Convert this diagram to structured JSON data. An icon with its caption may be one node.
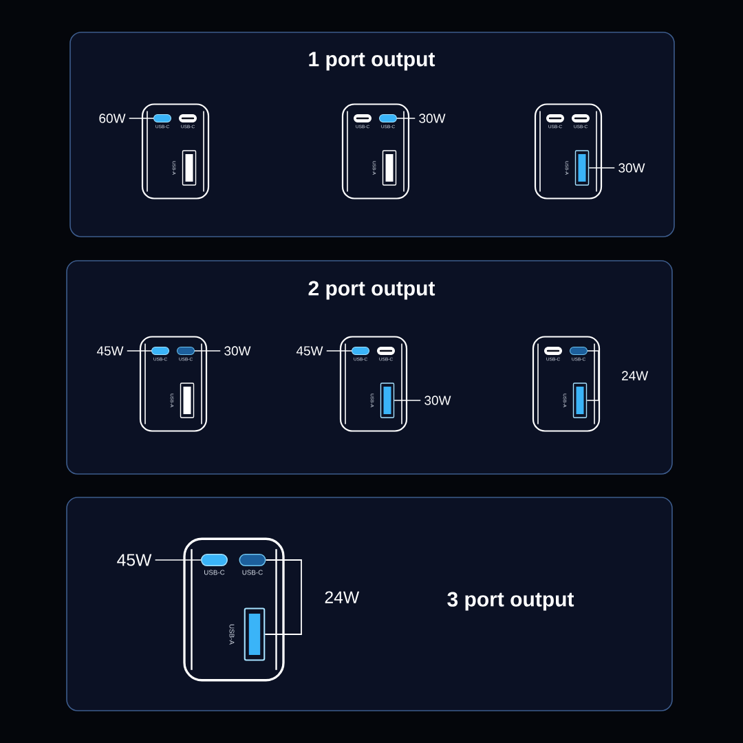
{
  "diagram": {
    "nodes": [
      {
        "text": [
          "1 port output"
        ]
      },
      {
        "text": [],
        "shape": "box",
        "in": 0
      },
      {
        "text": [
          "USB-C"
        ],
        "in": 1
      },
      {
        "text": [
          "USB-C"
        ],
        "in": 1
      },
      {
        "text": [
          "USB-A"
        ],
        "in": 1
      },
      {
        "text": [
          "60W"
        ],
        "in": 0
      },
      {
        "text": [],
        "shape": "box",
        "in": 0
      },
      {
        "text": [
          "USB-C"
        ],
        "in": 6
      },
      {
        "text": [
          "USB-C"
        ],
        "in": 6
      },
      {
        "text": [
          "USB-A"
        ],
        "in": 6
      },
      {
        "text": [
          "30W"
        ],
        "in": 0
      },
      {
        "text": [],
        "shape": "box",
        "in": 0
      },
      {
        "text": [
          "USB-C"
        ],
        "in": 11
      },
      {
        "text": [
          "USB-C"
        ],
        "in": 11
      },
      {
        "text": [
          "USB-A"
        ],
        "in": 11
      },
      {
        "text": [
          "30W"
        ],
        "in": 0
      },
      {
        "text": [
          "2 port output"
        ]
      },
      {
        "text": [
          "45W"
        ],
        "in": 16
      },
      {
        "text": [],
        "shape": "box",
        "in": 16
      },
      {
        "text": [
          "USB-C"
        ],
        "in": 18
      },
      {
        "text": [
          "USB-C"
        ],
        "in": 18
      },
      {
        "text": [
          "USB-A"
        ],
        "in": 18
      },
      {
        "text": [
          "30W"
        ],
        "in": 16
      },
      {
        "text": [
          "45W"
        ],
        "in": 16
      },
      {
        "text": [],
        "shape": "box",
        "in": 16
      },
      {
        "text": [
          "USB-C"
        ],
        "in": 24
      },
      {
        "text": [
          "USB-C"
        ],
        "in": 24
      },
      {
        "text": [
          "USB-A"
        ],
        "in": 24
      },
      {
        "text": [
          "30W"
        ],
        "in": 16
      },
      {
        "text": [],
        "shape": "box",
        "in": 16
      },
      {
        "text": [
          "USB-C"
        ],
        "in": 29
      },
      {
        "text": [
          "USB-C"
        ],
        "in": 29
      },
      {
        "text": [
          "USB-A"
        ],
        "in": 29
      },
      {
        "text": [
          "24W"
        ],
        "in": 16
      },
      {
        "text": [
          "3 port output"
        ]
      },
      {
        "text": [
          "45W"
        ],
        "in": 34
      },
      {
        "text": [],
        "shape": "box",
        "in": 34
      },
      {
        "text": [
          "USB-C"
        ],
        "in": 36
      },
      {
        "text": [
          "USB-C"
        ],
        "in": 36
      },
      {
        "text": [
          "USB-A"
        ],
        "in": 36
      },
      {
        "text": [
          "24W"
        ],
        "in": 34
      }
    ],
    "edges": [
      {
        "from": 5,
        "to": 2,
        "arrow": "none"
      },
      {
        "from": 10,
        "to": 8,
        "arrow": "none"
      },
      {
        "from": 15,
        "to": 14,
        "arrow": "none"
      },
      {
        "from": 17,
        "to": 19,
        "arrow": "none"
      },
      {
        "from": 22,
        "to": 20,
        "arrow": "none"
      },
      {
        "from": 23,
        "to": 25,
        "arrow": "none"
      },
      {
        "from": 28,
        "to": 27,
        "arrow": "none"
      },
      {
        "from": 33,
        "to": 31,
        "arrow": "none"
      },
      {
        "from": 33,
        "to": 32,
        "arrow": "none"
      },
      {
        "from": 35,
        "to": 37,
        "arrow": "none"
      },
      {
        "from": 40,
        "to": 38,
        "arrow": "none"
      },
      {
        "from": 40,
        "to": 39,
        "arrow": "none"
      }
    ]
  }
}
